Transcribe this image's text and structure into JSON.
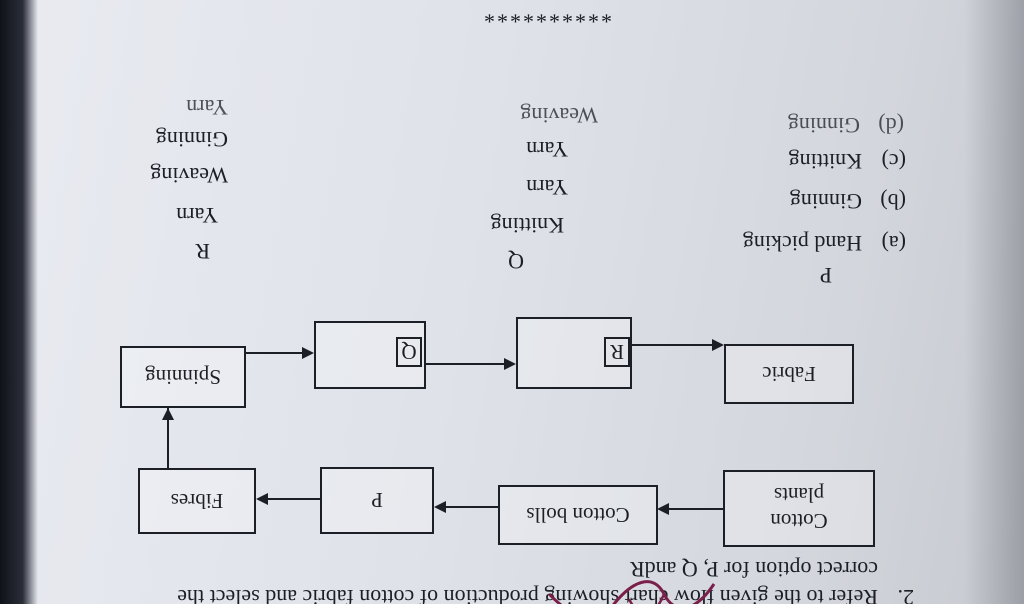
{
  "question": {
    "number": "2.",
    "line1": "Refer to the given flow chart showing production of cotton fabric and select the",
    "line2": "correct option for P, Q andR"
  },
  "flowchart": {
    "cotton_plants": "Cotton plants",
    "cotton_bolls": "Cotton bolls",
    "p_box": "P",
    "fibres": "Fibres",
    "spinning": "Spinning",
    "q_box": "Q",
    "r_box": "R",
    "fabric": "Fabric"
  },
  "options_header": {
    "p": "P",
    "q": "Q",
    "r": "R"
  },
  "options": [
    {
      "label": "(a)",
      "p": "Hand picking",
      "q": "Knitting",
      "r": "Yarn"
    },
    {
      "label": "(b)",
      "p": "Ginning",
      "q": "Yarn",
      "r": "Weaving"
    },
    {
      "label": "(c)",
      "p": "Knitting",
      "q": "Yarn",
      "r": "Ginning"
    },
    {
      "label": "(d)",
      "p": "Ginning",
      "q": "Weaving",
      "r": "Yarn"
    }
  ],
  "separator": "**********"
}
